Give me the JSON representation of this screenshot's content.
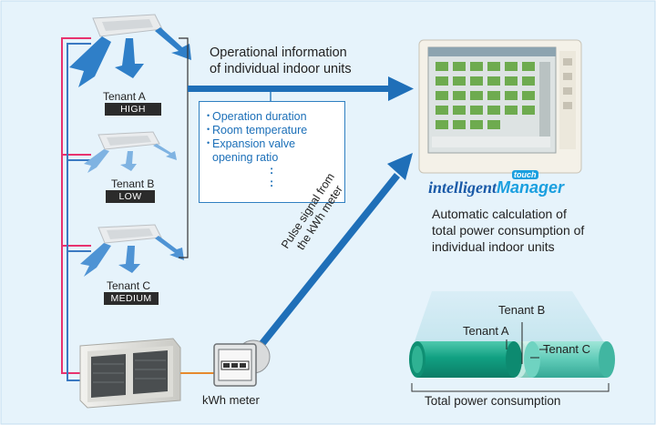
{
  "tenants": [
    {
      "name": "Tenant A",
      "level": "HIGH"
    },
    {
      "name": "Tenant B",
      "level": "LOW"
    },
    {
      "name": "Tenant C",
      "level": "MEDIUM"
    }
  ],
  "operational_info": {
    "line1": "Operational information",
    "line2": "of individual indoor units"
  },
  "info_items": [
    "Operation duration",
    "Room temperature",
    "Expansion valve",
    "opening ratio"
  ],
  "info_more": ":",
  "pulse_signal": {
    "line1": "Pulse signal from",
    "line2": "the kWh meter"
  },
  "brand": {
    "part1": "intelligent",
    "part2": "Manager",
    "superscript": "touch"
  },
  "calculation": {
    "line1": "Automatic calculation of",
    "line2": "total power consumption of",
    "line3": "individual indoor units"
  },
  "meter_label": "kWh meter",
  "consumption": {
    "tenant_a": "Tenant A",
    "tenant_b": "Tenant B",
    "tenant_c": "Tenant C",
    "total": "Total power consumption"
  },
  "colors": {
    "background": "#e6f3fb",
    "arrow": "#1f6fb8",
    "pipe_red": "#e8326e",
    "pipe_blue": "#3a79c2",
    "tenant_a_bar": "#14a386",
    "tenant_b_bar": "#a6e2d6",
    "tenant_c_bar": "#5fcbb8",
    "meter_line": "#e68a2e",
    "brand_dark": "#1a5aa8",
    "brand_light": "#1a9fdf"
  }
}
